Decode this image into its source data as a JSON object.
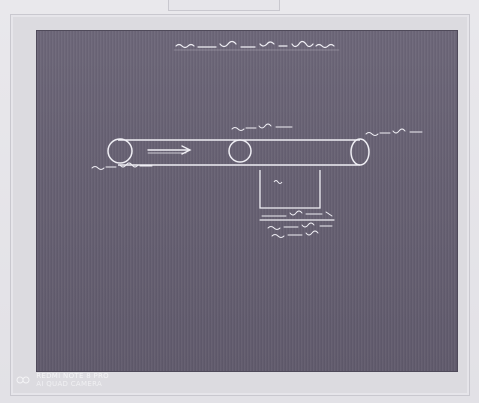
{
  "photo": {
    "watermark": {
      "line1": "REDMI NOTE 8 PRO",
      "line2": "AI QUAD CAMERA"
    }
  },
  "whiteboard": {
    "handwritten_text": [
      "title (illegible handwriting)",
      "label near tail pulley (illegible)",
      "label above middle idler (illegible)",
      "label near head pulley (illegible)",
      "label inside hopper (illegible)",
      "label under hopper line 1 (illegible)",
      "label under hopper line 2 (illegible)"
    ]
  },
  "colors": {
    "screen": "#655f71",
    "ink": "#efeef4",
    "frame": "#dcdbe0"
  }
}
